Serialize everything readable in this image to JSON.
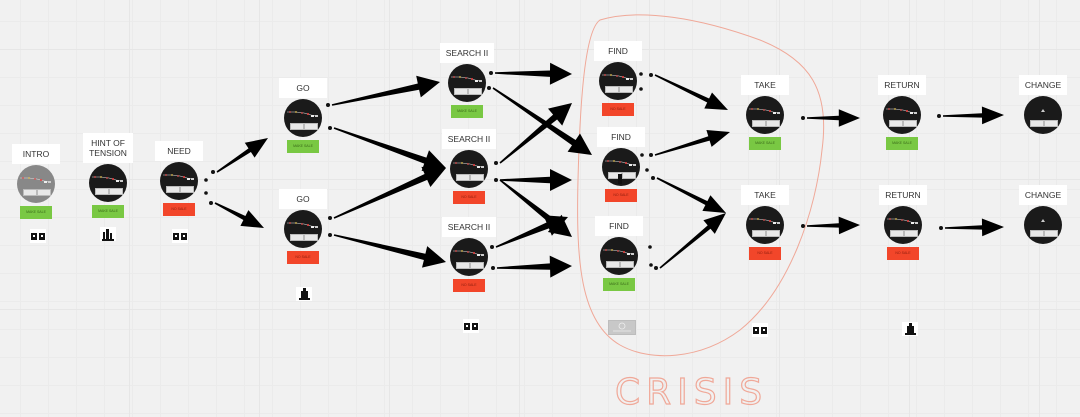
{
  "canvas": {
    "background": "#f1f1f1",
    "grid_color": "#e6e6e6",
    "arrow_color": "#000000",
    "annotation_color": "#f0a898"
  },
  "badge_colors": {
    "make_sale": "#79c843",
    "no_sale": "#f2462a"
  },
  "nodes": [
    {
      "id": "intro",
      "label": "INTRO",
      "badge": "MAKE SALE",
      "badge_type": "green",
      "disc": "grey"
    },
    {
      "id": "hint-of-tension",
      "label": "HINT OF\nTENSION",
      "badge": "MAKE SALE",
      "badge_type": "green",
      "disc": "dark"
    },
    {
      "id": "need",
      "label": "NEED",
      "badge": "NO SALE",
      "badge_type": "red",
      "disc": "dark"
    },
    {
      "id": "go-1",
      "label": "GO",
      "badge": "MAKE SALE",
      "badge_type": "green",
      "disc": "dark"
    },
    {
      "id": "go-2",
      "label": "GO",
      "badge": "NO SALE",
      "badge_type": "red",
      "disc": "dark"
    },
    {
      "id": "search-1",
      "label": "SEARCH II",
      "badge": "MAKE SALE",
      "badge_type": "green",
      "disc": "dark"
    },
    {
      "id": "search-2",
      "label": "SEARCH II",
      "badge": "NO SALE",
      "badge_type": "red",
      "disc": "dark"
    },
    {
      "id": "search-3",
      "label": "SEARCH II",
      "badge": "NO SALE",
      "badge_type": "red",
      "disc": "dark"
    },
    {
      "id": "find-1",
      "label": "FIND",
      "badge": "NO SALE",
      "badge_type": "red",
      "disc": "dark"
    },
    {
      "id": "find-2",
      "label": "FIND",
      "badge": "NO SALE",
      "badge_type": "red",
      "disc": "dark"
    },
    {
      "id": "find-3",
      "label": "FIND",
      "badge": "MAKE SALE",
      "badge_type": "green",
      "disc": "dark"
    },
    {
      "id": "take-1",
      "label": "TAKE",
      "badge": "MAKE SALE",
      "badge_type": "green",
      "disc": "dark"
    },
    {
      "id": "take-2",
      "label": "TAKE",
      "badge": "NO SALE",
      "badge_type": "red",
      "disc": "dark"
    },
    {
      "id": "return-1",
      "label": "RETURN",
      "badge": "MAKE SALE",
      "badge_type": "green",
      "disc": "dark"
    },
    {
      "id": "return-2",
      "label": "RETURN",
      "badge": "NO SALE",
      "badge_type": "red",
      "disc": "dark"
    },
    {
      "id": "change-1",
      "label": "CHANGE",
      "badge": null,
      "badge_type": null,
      "disc": "dark"
    },
    {
      "id": "change-2",
      "label": "CHANGE",
      "badge": null,
      "badge_type": null,
      "disc": "dark"
    }
  ],
  "edges": [
    [
      "need",
      "go-1"
    ],
    [
      "need",
      "go-2"
    ],
    [
      "go-1",
      "search-1"
    ],
    [
      "go-1",
      "search-2"
    ],
    [
      "go-2",
      "search-2"
    ],
    [
      "go-2",
      "search-3"
    ],
    [
      "search-1",
      "find-1"
    ],
    [
      "search-1",
      "find-2"
    ],
    [
      "search-2",
      "find-1"
    ],
    [
      "search-2",
      "find-2"
    ],
    [
      "search-2",
      "find-3"
    ],
    [
      "search-3",
      "find-2"
    ],
    [
      "search-3",
      "find-3"
    ],
    [
      "find-1",
      "take-1"
    ],
    [
      "find-2",
      "take-1"
    ],
    [
      "find-2",
      "take-2"
    ],
    [
      "find-3",
      "take-2"
    ],
    [
      "take-1",
      "return-1"
    ],
    [
      "take-2",
      "return-2"
    ],
    [
      "return-1",
      "change-1"
    ],
    [
      "return-2",
      "change-2"
    ]
  ],
  "thumbnails": [
    {
      "id": "intro-thumb",
      "icon": "two-panel-comic-icon"
    },
    {
      "id": "hint-thumb",
      "icon": "city-skyline-icon"
    },
    {
      "id": "need-thumb",
      "icon": "two-panel-comic-icon"
    },
    {
      "id": "go-thumb",
      "icon": "building-icon"
    },
    {
      "id": "search-thumb",
      "icon": "two-panel-comic-icon"
    },
    {
      "id": "find-thumb",
      "icon": "video-placeholder-icon"
    },
    {
      "id": "take-thumb",
      "icon": "two-panel-comic-icon"
    },
    {
      "id": "return-thumb",
      "icon": "building-icon"
    }
  ],
  "annotation": {
    "text": "CRISIS",
    "shape": "hand-drawn-loop"
  }
}
